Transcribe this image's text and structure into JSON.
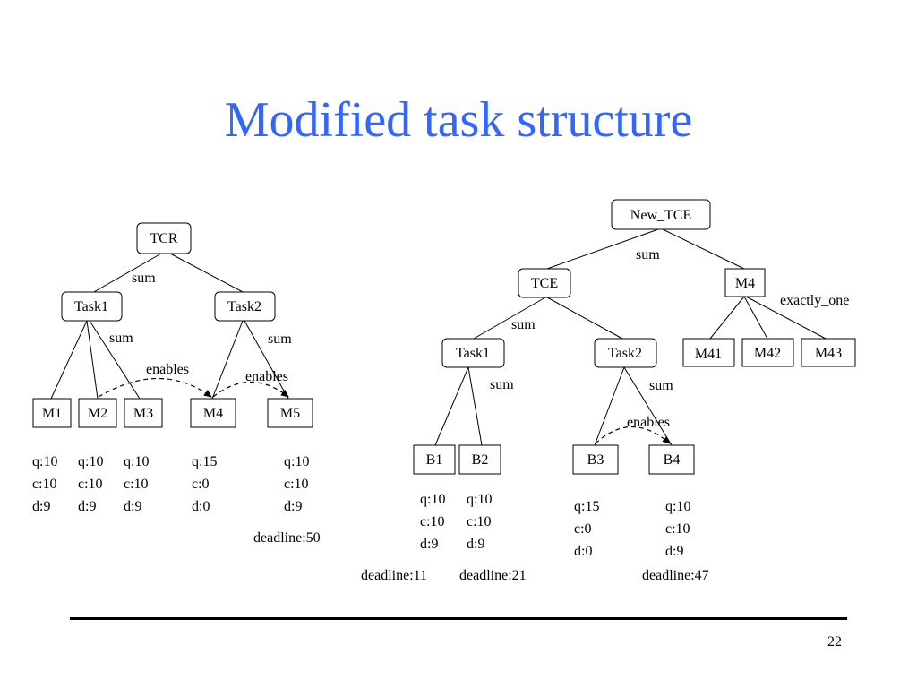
{
  "title": "Modified task structure",
  "page_number": "22",
  "nodes": {
    "tcr": "TCR",
    "task1_left": "Task1",
    "task2_left": "Task2",
    "m1": "M1",
    "m2": "M2",
    "m3": "M3",
    "m4_left": "M4",
    "m5": "M5",
    "new_tce": "New_TCE",
    "tce": "TCE",
    "m4_right": "M4",
    "task1_right": "Task1",
    "task2_right": "Task2",
    "m41": "M41",
    "m42": "M42",
    "m43": "M43",
    "b1": "B1",
    "b2": "B2",
    "b3": "B3",
    "b4": "B4"
  },
  "edge_labels": {
    "tcr_sum": "sum",
    "task1_left_sum": "sum",
    "task2_left_sum": "sum",
    "enables_m2_m4": "enables",
    "enables_m4_m5": "enables",
    "new_tce_sum": "sum",
    "tce_sum": "sum",
    "m4_exactly_one": "exactly_one",
    "task1_right_sum": "sum",
    "task2_right_sum": "sum",
    "enables_b3_b4": "enables"
  },
  "attributes": {
    "m1": [
      "q:10",
      "c:10",
      "d:9"
    ],
    "m2": [
      "q:10",
      "c:10",
      "d:9"
    ],
    "m3": [
      "q:10",
      "c:10",
      "d:9"
    ],
    "m4_left": [
      "q:15",
      "c:0",
      "d:0"
    ],
    "m5": [
      "q:10",
      "c:10",
      "d:9"
    ],
    "b1": [
      "q:10",
      "c:10",
      "d:9"
    ],
    "b2": [
      "q:10",
      "c:10",
      "d:9"
    ],
    "b3": [
      "q:15",
      "c:0",
      "d:0"
    ],
    "b4": [
      "q:10",
      "c:10",
      "d:9"
    ]
  },
  "deadlines": {
    "left_tree": "deadline:50",
    "b1": "deadline:11",
    "b2": "deadline:21",
    "b4": "deadline:47"
  }
}
